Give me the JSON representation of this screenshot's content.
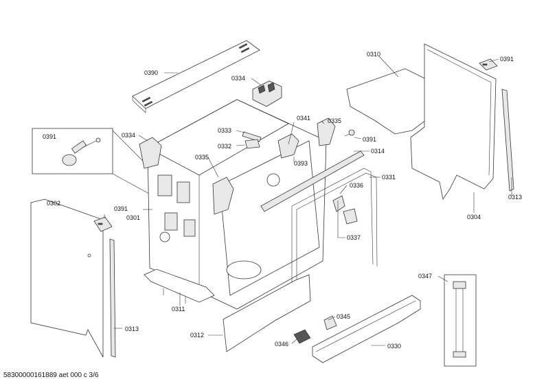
{
  "labels": {
    "l0390": "0390",
    "l0334a": "0334",
    "l0334b": "0334",
    "l0310": "0310",
    "l0391a": "0391",
    "l0391b": "0391",
    "l0391c": "0391",
    "l0391d": "0391",
    "l0333": "0333",
    "l0341": "0341",
    "l0335a": "0335",
    "l0335b": "0335",
    "l0332": "0332",
    "l0393": "0393",
    "l0314": "0314",
    "l0331": "0331",
    "l0336": "0336",
    "l0337": "0337",
    "l0313a": "0313",
    "l0313b": "0313",
    "l0304": "0304",
    "l0302": "0302",
    "l0301": "0301",
    "l0311": "0311",
    "l0347": "0347",
    "l0345": "0345",
    "l0312": "0312",
    "l0346": "0346",
    "l0330": "0330"
  },
  "footer": "58300000161889 aet 000 c 3/6"
}
